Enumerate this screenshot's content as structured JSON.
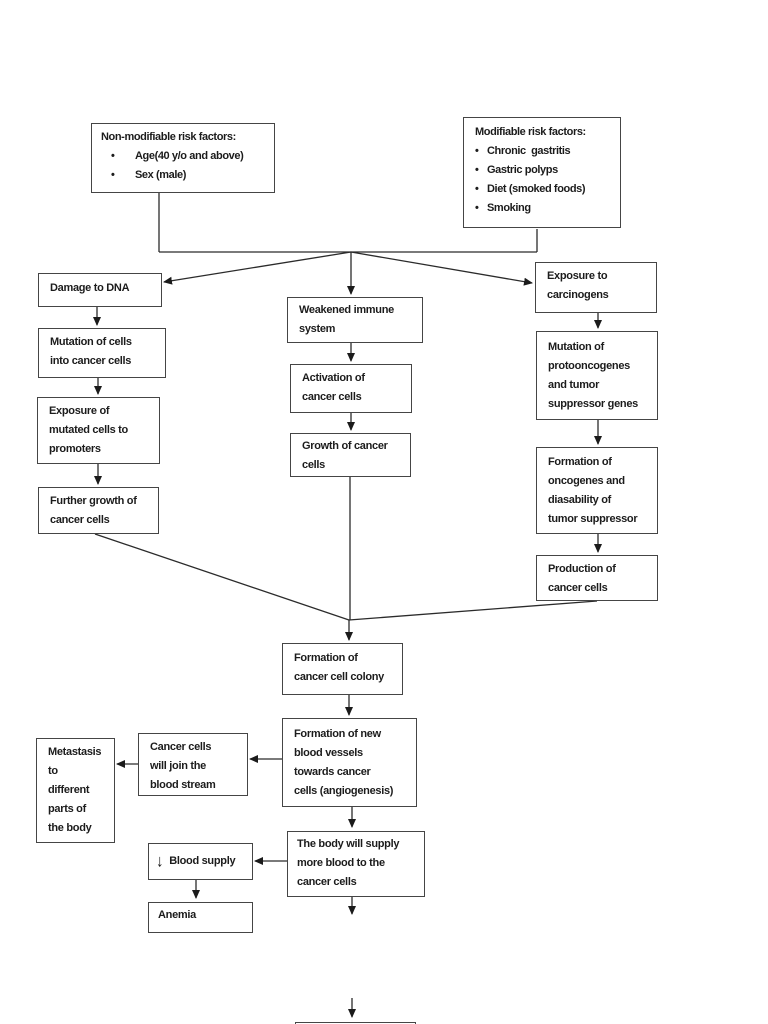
{
  "page": {
    "background": "#ffffff",
    "ink": "#1c1c1c",
    "border_color": "#454545",
    "arrow_color": "#2b2b2b"
  },
  "nodes": {
    "non_modifiable": {
      "title": "Non-modifiable risk factors:",
      "bullets": [
        "Age(40 y/o and above)",
        "Sex (male)"
      ]
    },
    "modifiable": {
      "title": "Modifiable risk factors:",
      "bullets": [
        "Chronic  gastritis",
        "Gastric polyps",
        "Diet (smoked foods)",
        "Smoking"
      ]
    },
    "damage_dna": {
      "lines": [
        "Damage to DNA"
      ]
    },
    "weakened_immune": {
      "lines": [
        "Weakened immune",
        "system"
      ]
    },
    "exposure_carcinogens": {
      "lines": [
        "Exposure to",
        "carcinogens"
      ]
    },
    "mutation_cells": {
      "lines": [
        "Mutation of cells",
        "into cancer cells"
      ]
    },
    "activation_cancer": {
      "lines": [
        "Activation of",
        "cancer cells"
      ]
    },
    "mutation_protooncogenes": {
      "lines": [
        "Mutation of",
        "protooncogenes",
        "and tumor",
        "suppressor genes"
      ]
    },
    "exposure_promoters": {
      "lines": [
        "Exposure of",
        "mutated cells to",
        "promoters"
      ]
    },
    "growth_cancer": {
      "lines": [
        "Growth of cancer",
        "cells"
      ]
    },
    "formation_oncogenes": {
      "lines": [
        "Formation of",
        "oncogenes and",
        "diasability of",
        "tumor suppressor"
      ]
    },
    "further_growth": {
      "lines": [
        "Further growth of",
        "cancer cells"
      ]
    },
    "production_cancer": {
      "lines": [
        "Production of",
        "cancer cells"
      ]
    },
    "colony": {
      "lines": [
        "Formation of",
        "cancer cell colony"
      ]
    },
    "angiogenesis": {
      "lines": [
        "Formation of new",
        "blood vessels",
        "towards cancer",
        "cells (angiogenesis)"
      ]
    },
    "join_bloodstream": {
      "lines": [
        "Cancer cells",
        "will join the",
        "blood stream"
      ]
    },
    "metastasis": {
      "lines": [
        "Metastasis",
        "to",
        "different",
        "parts of",
        "the body"
      ]
    },
    "decreased_blood_supply": {
      "icon": "↓",
      "label": "Blood supply"
    },
    "body_supply": {
      "lines": [
        "The body will supply",
        "more blood to the",
        "cancer cells"
      ]
    },
    "anemia": {
      "lines": [
        "Anemia"
      ]
    }
  },
  "edges": [
    {
      "from": "non_modifiable",
      "to": "collector"
    },
    {
      "from": "modifiable",
      "to": "collector"
    },
    {
      "from": "collector",
      "to": "damage_dna"
    },
    {
      "from": "collector",
      "to": "weakened_immune"
    },
    {
      "from": "collector",
      "to": "exposure_carcinogens"
    },
    {
      "from": "damage_dna",
      "to": "mutation_cells"
    },
    {
      "from": "mutation_cells",
      "to": "exposure_promoters"
    },
    {
      "from": "exposure_promoters",
      "to": "further_growth"
    },
    {
      "from": "weakened_immune",
      "to": "activation_cancer"
    },
    {
      "from": "activation_cancer",
      "to": "growth_cancer"
    },
    {
      "from": "exposure_carcinogens",
      "to": "mutation_protooncogenes"
    },
    {
      "from": "mutation_protooncogenes",
      "to": "formation_oncogenes"
    },
    {
      "from": "formation_oncogenes",
      "to": "production_cancer"
    },
    {
      "from": "further_growth",
      "to": "colony"
    },
    {
      "from": "growth_cancer",
      "to": "colony"
    },
    {
      "from": "production_cancer",
      "to": "colony"
    },
    {
      "from": "colony",
      "to": "angiogenesis"
    },
    {
      "from": "angiogenesis",
      "to": "join_bloodstream"
    },
    {
      "from": "join_bloodstream",
      "to": "metastasis"
    },
    {
      "from": "angiogenesis",
      "to": "body_supply"
    },
    {
      "from": "body_supply",
      "to": "decreased_blood_supply"
    },
    {
      "from": "decreased_blood_supply",
      "to": "anemia"
    },
    {
      "from": "body_supply",
      "to": "offpage_box"
    }
  ]
}
